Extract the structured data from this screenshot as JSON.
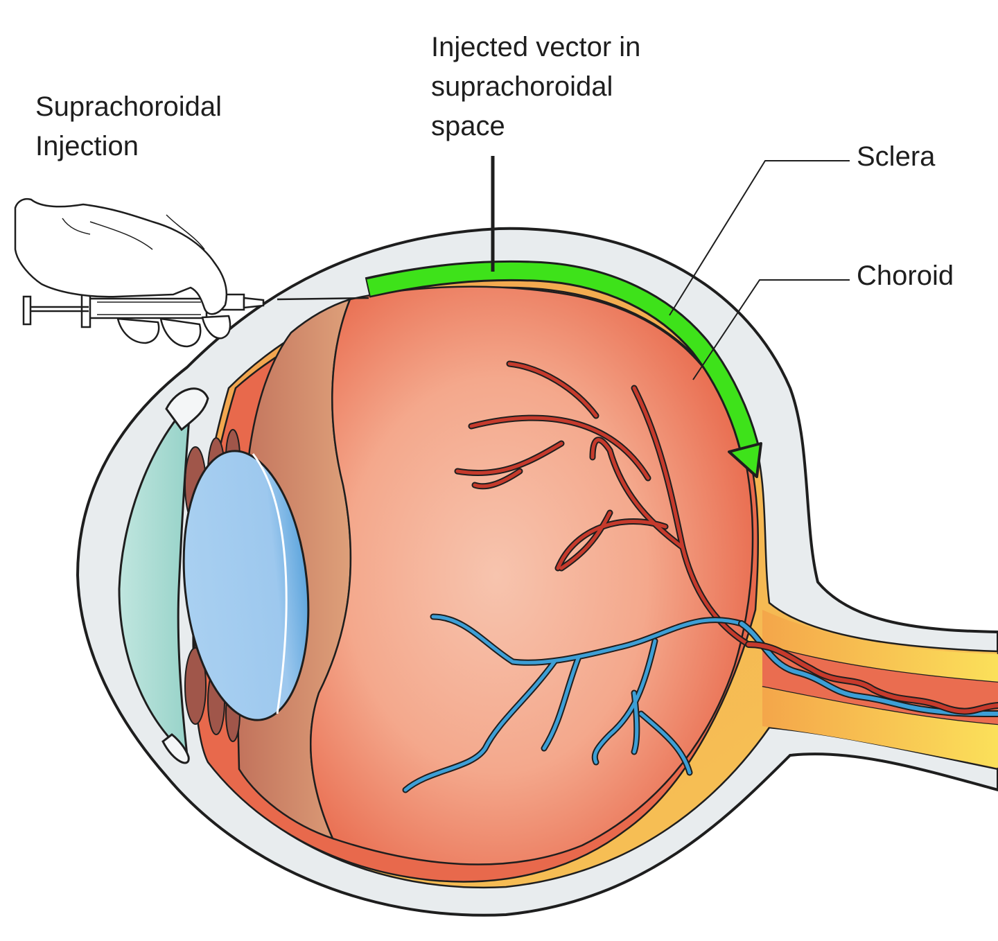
{
  "labels": {
    "suprachoroidal_injection": "Suprachoroidal\nInjection",
    "injected_vector": "Injected vector in\nsuprachoroidal\nspace",
    "sclera": "Sclera",
    "choroid": "Choroid"
  },
  "colors": {
    "sclera": "#e8ecee",
    "choroid": "#f0a24a",
    "retina": "#e8694c",
    "vitreous": "#f6b8a0",
    "ciliary_body": "#c98a6e",
    "lens": "#a6cff0",
    "lens_edge": "#5fa6dd",
    "cornea": "#a8dcd4",
    "injected_vector": "#3ee21a",
    "artery": "#c63a2c",
    "vein": "#3d9fd6",
    "optic_nerve": "#f9cf4e"
  },
  "icons": [
    "gloved-hand-icon",
    "syringe-icon",
    "flow-arrow-icon"
  ]
}
